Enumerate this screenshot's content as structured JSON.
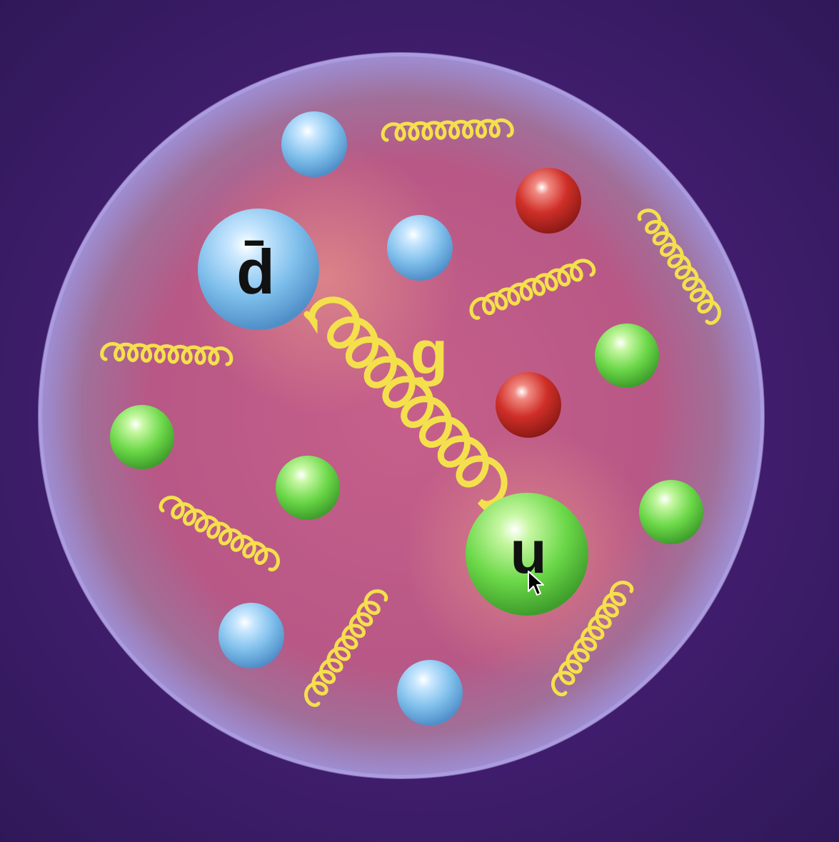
{
  "labels": {
    "anti_down_quark": "d̄",
    "gluon": "g",
    "up_quark": "u"
  },
  "colors": {
    "background": "#42206f",
    "proton_inner": "#c8608c",
    "proton_rim": "#9a8ad0",
    "quark_blue": "#7ec0ee",
    "quark_green": "#6fdc4a",
    "quark_red": "#d0302a",
    "gluon_yellow": "#f2e24a"
  },
  "icons": [
    "mouse-pointer-icon"
  ]
}
